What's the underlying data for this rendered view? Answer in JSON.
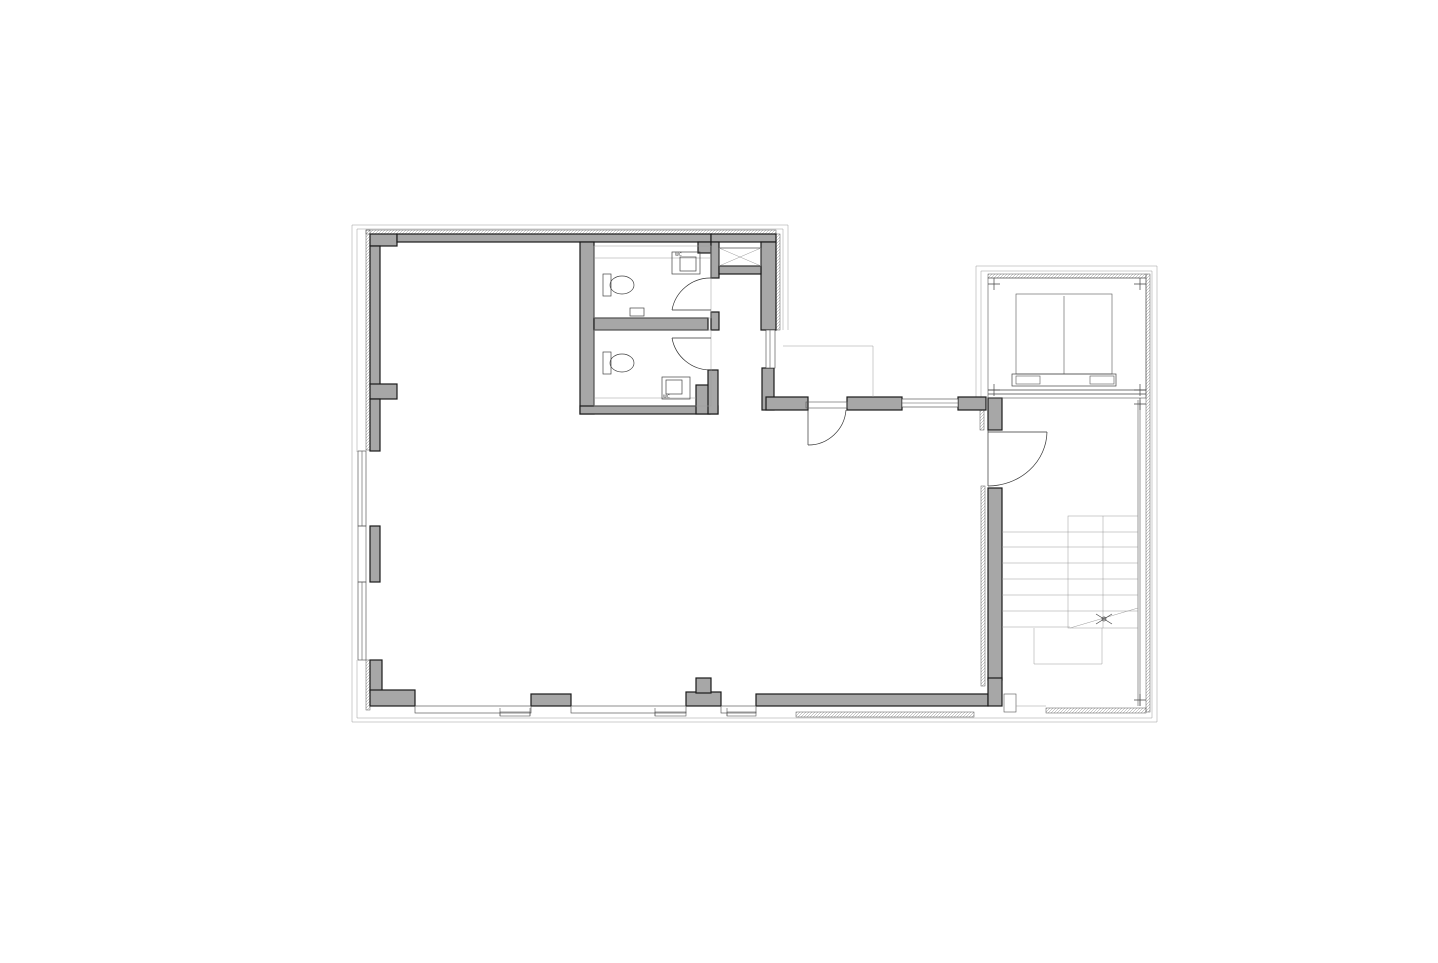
{
  "drawing": {
    "type": "architectural floor plan",
    "background": "#ffffff",
    "wall_fill": "#a7a7a7",
    "line_color": "#1a1a1a"
  },
  "rooms": [
    {
      "id": "main-hall",
      "kind": "open room"
    },
    {
      "id": "toilet-1",
      "kind": "toilet"
    },
    {
      "id": "toilet-2",
      "kind": "toilet"
    },
    {
      "id": "shaft",
      "kind": "service shaft"
    },
    {
      "id": "elevator",
      "kind": "elevator"
    },
    {
      "id": "stair",
      "kind": "staircase"
    }
  ],
  "doors": [
    {
      "id": "toilet-1-door",
      "swing": "quarter"
    },
    {
      "id": "toilet-2-door",
      "swing": "quarter"
    },
    {
      "id": "entry-door",
      "swing": "quarter"
    },
    {
      "id": "stair-door",
      "swing": "quarter"
    }
  ]
}
